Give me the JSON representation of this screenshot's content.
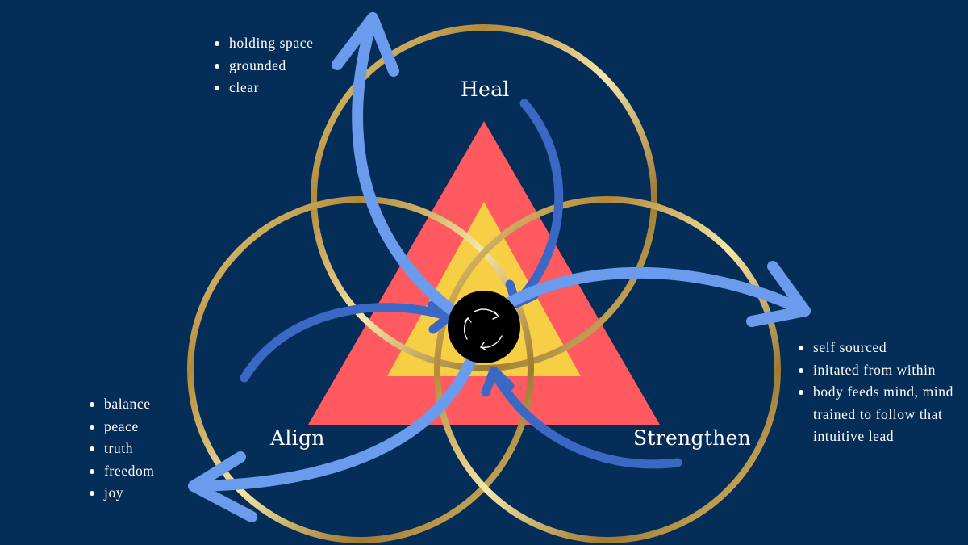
{
  "labels": {
    "heal": "Heal",
    "align": "Align",
    "strengthen": "Strengthen"
  },
  "heal_bullets": [
    "holding space",
    "grounded",
    "clear"
  ],
  "align_bullets": [
    "balance",
    "peace",
    "truth",
    "freedom",
    "joy"
  ],
  "strengthen_bullets": [
    "self sourced",
    "initated from within",
    "body feeds mind, mind",
    "trained to follow that",
    "intuitive lead"
  ],
  "colors": {
    "background": "#042d57",
    "outer_triangle": "#ff5a5f",
    "inner_triangle": "#f6cf45",
    "center": "#000000",
    "gold_ring": "#d7b35f",
    "arrow_light": "#6a9bec",
    "arrow_dark": "#3a68c4"
  }
}
